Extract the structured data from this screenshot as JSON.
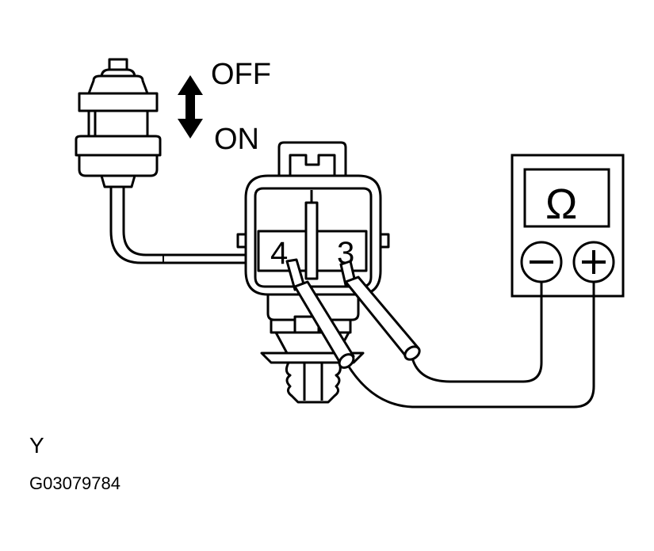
{
  "labels": {
    "off": "OFF",
    "on": "ON",
    "pin_left": "4",
    "pin_right": "3",
    "ohm_symbol": "Ω",
    "caption_letter": "Y",
    "figure_code": "G03079784"
  },
  "icons": {
    "direction_arrow": "double-arrow-icon",
    "negative_terminal": "minus-icon",
    "positive_terminal": "plus-icon"
  }
}
